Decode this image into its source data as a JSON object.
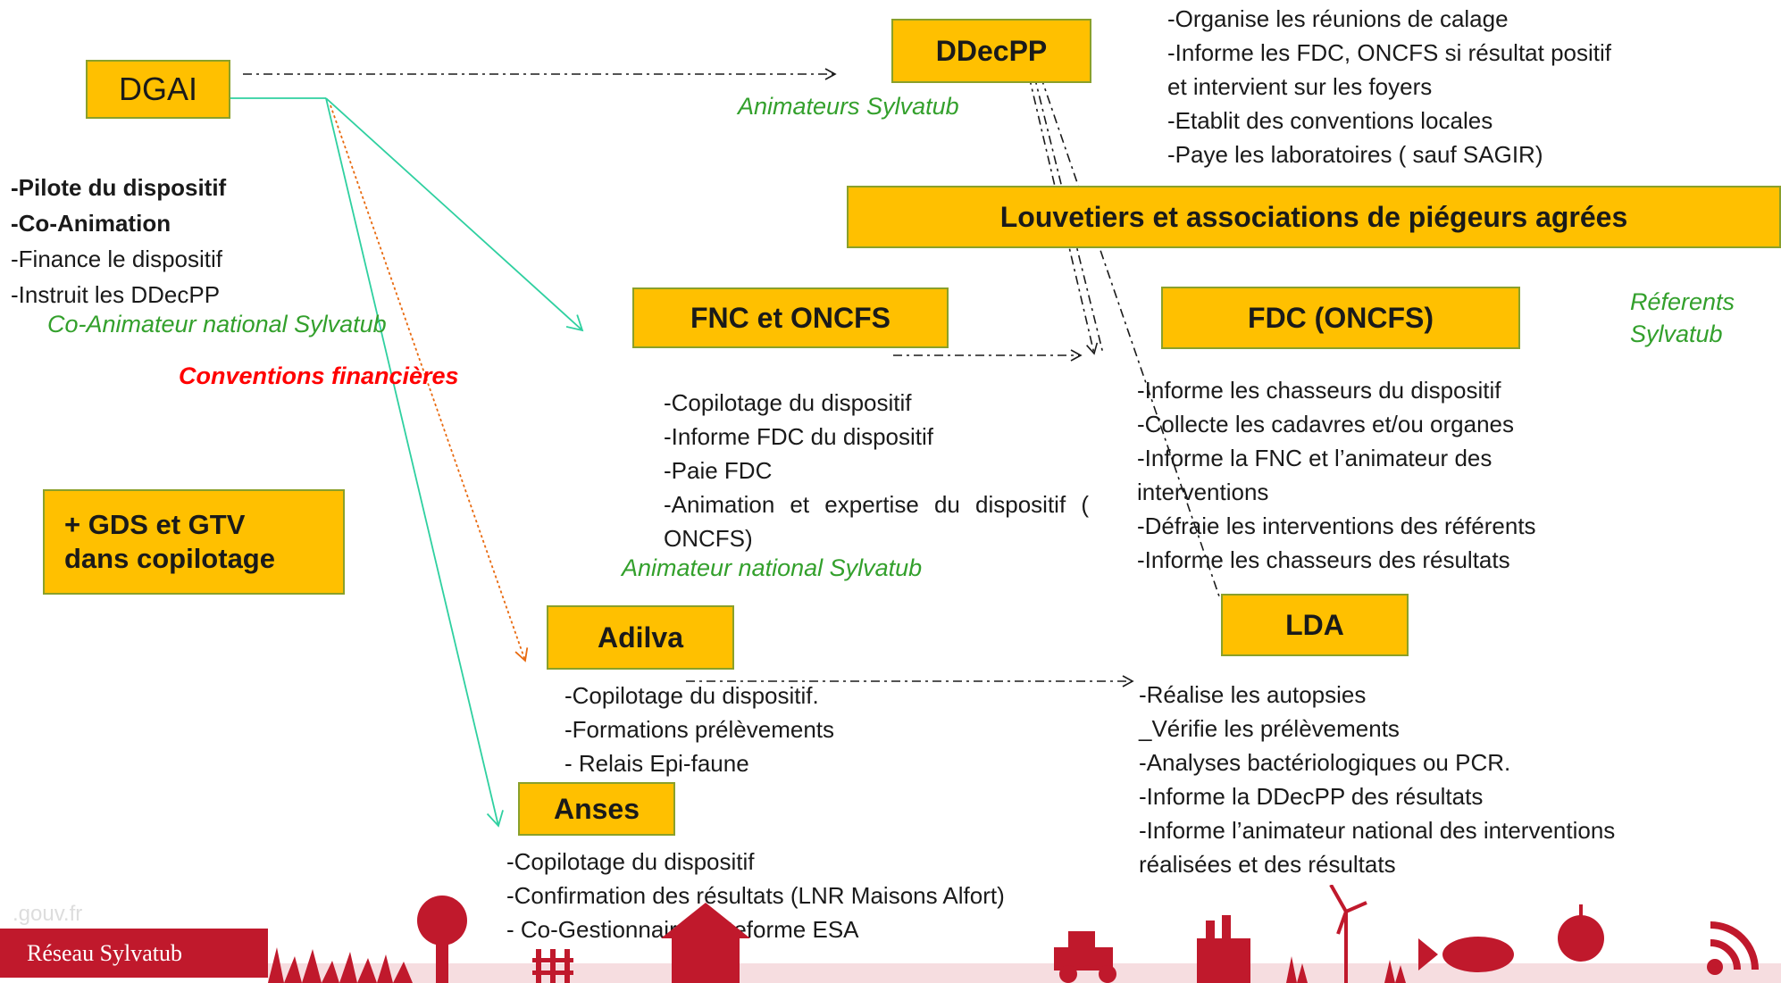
{
  "colors": {
    "box_fill": "#ffc000",
    "box_border": "#8aa02a",
    "green": "#33a02c",
    "red": "#ff0000",
    "footer": "#c0192c"
  },
  "boxes": {
    "dgai": "DGAI",
    "ddecpp": "DDecPP",
    "louvetiers": "Louvetiers et associations de piégeurs agrées",
    "fnc_oncfs": "FNC et ONCFS",
    "fdc_oncfs": "FDC (ONCFS)",
    "gds_gtv": [
      "+ GDS et GTV",
      "dans copilotage"
    ],
    "adilva": "Adilva",
    "lda": "LDA",
    "anses": "Anses"
  },
  "dgai_roles": {
    "bold": [
      "-Pilote du dispositif",
      "-Co-Animation"
    ],
    "normal": [
      "-Finance le dispositif",
      "-Instruit les DDecPP"
    ]
  },
  "ddecpp_roles": [
    "-Organise les réunions de calage",
    "-Informe les FDC, ONCFS si résultat positif",
    "et intervient sur les foyers",
    "-Etablit des conventions locales",
    "-Paye les laboratoires ( sauf SAGIR)"
  ],
  "fnc_roles": [
    "-Copilotage du dispositif",
    "-Informe FDC du dispositif",
    "-Paie FDC",
    "-Animation et expertise du dispositif ( ONCFS)"
  ],
  "fdc_roles": [
    "-Informe les chasseurs du dispositif",
    "-Collecte les cadavres et/ou organes",
    "-Informe la FNC et l’animateur des",
    "interventions",
    "-Défraie les interventions des référents",
    "-Informe les chasseurs des résultats"
  ],
  "adilva_roles": [
    "-Copilotage  du dispositif.",
    "-Formations prélèvements",
    "- Relais Epi-faune"
  ],
  "lda_roles": [
    "-Réalise les autopsies",
    "_Vérifie les prélèvements",
    "-Analyses bactériologiques ou PCR.",
    "-Informe la DDecPP des résultats",
    "-Informe l’animateur  national des interventions",
    "réalisées et des résultats"
  ],
  "anses_roles": [
    "-Copilotage du dispositif",
    "-Confirmation des résultats (LNR Maisons Alfort)",
    "- Co-Gestionnaire plateforme ESA"
  ],
  "labels": {
    "animateurs_sylvatub": "Animateurs Sylvatub",
    "co_animateur_national": "Co-Animateur national Sylvatub",
    "conventions": "Conventions financières",
    "animateur_national": "Animateur national Sylvatub",
    "referents": [
      "Réferents",
      "Sylvatub"
    ]
  },
  "footer": {
    "label": "Réseau Sylvatub",
    "watermark": ".gouv.fr"
  },
  "footer_icons": [
    "tree-icon",
    "tractor-icon",
    "house-icon",
    "factory-icon",
    "wind-turbine-icon",
    "fish-icon",
    "apple-icon",
    "rss-icon"
  ]
}
